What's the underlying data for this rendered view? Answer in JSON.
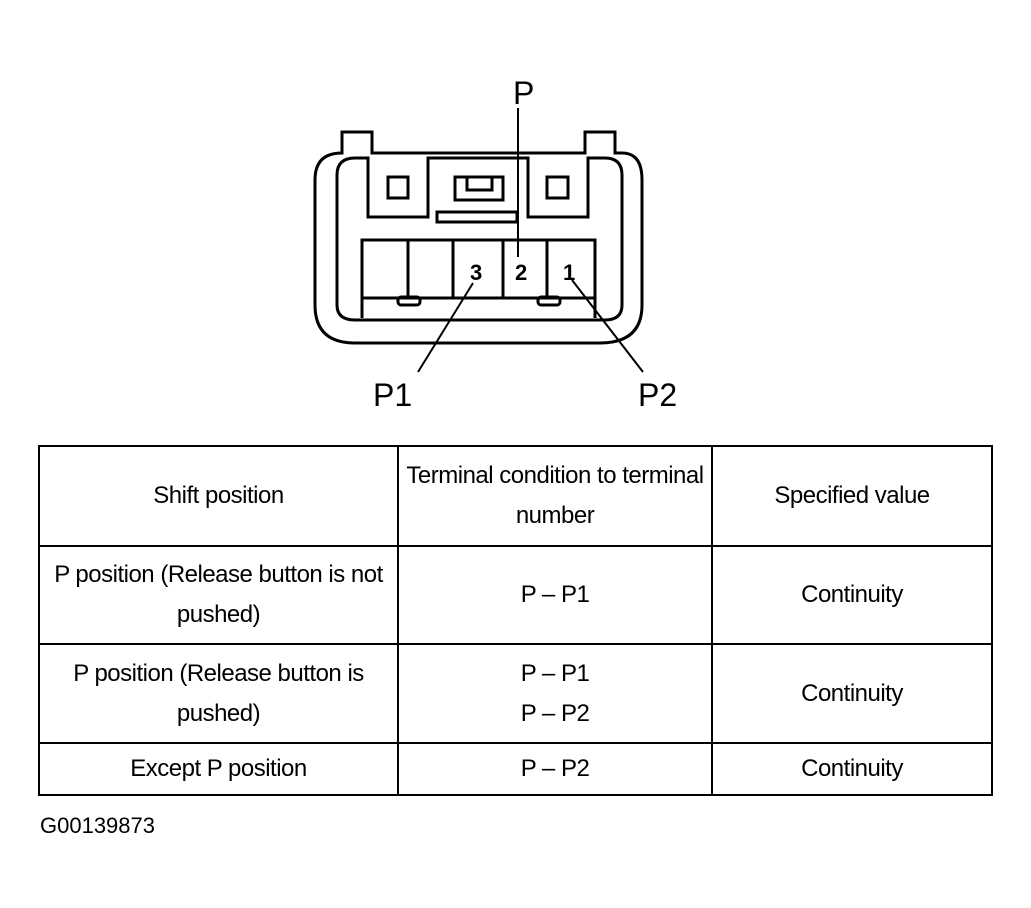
{
  "diagram": {
    "labels": {
      "p": "P",
      "p1": "P1",
      "p2": "P2"
    },
    "terminal_numbers": [
      "3",
      "2",
      "1"
    ]
  },
  "table": {
    "headers": [
      "Shift position",
      "Terminal condition to terminal number",
      "Specified value"
    ],
    "rows": [
      {
        "shift_position": "P position (Release button is not pushed)",
        "terminals": [
          "P – P1"
        ],
        "value": "Continuity"
      },
      {
        "shift_position": "P position (Release button is pushed)",
        "terminals": [
          "P – P1",
          "P – P2"
        ],
        "value": "Continuity"
      },
      {
        "shift_position": "Except P position",
        "terminals": [
          "P – P2"
        ],
        "value": "Continuity"
      }
    ]
  },
  "caption": "G00139873"
}
